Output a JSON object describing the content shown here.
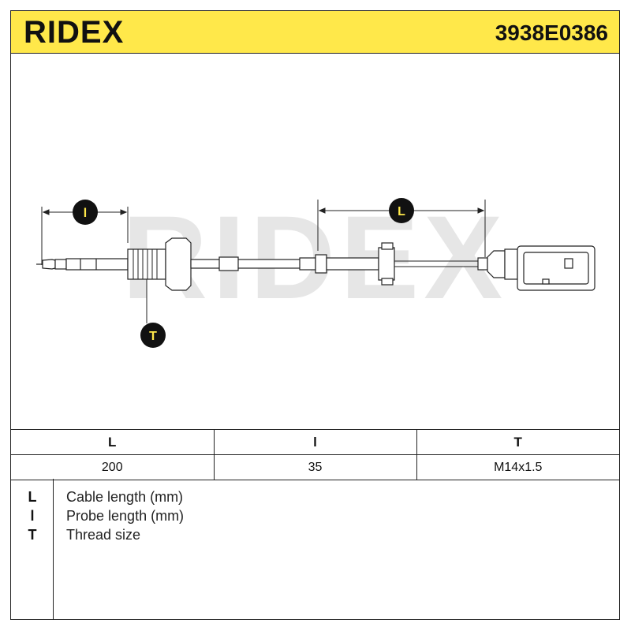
{
  "header": {
    "brand": "RIDEX",
    "part_number": "3938E0386"
  },
  "colors": {
    "accent": "#ffe84a",
    "watermark": "#e6e6e6",
    "line": "#222222"
  },
  "drawing": {
    "watermark": "RIDEX",
    "callouts": {
      "probe": "l",
      "cable": "L",
      "thread": "T"
    }
  },
  "specs": {
    "headers": [
      "L",
      "l",
      "T"
    ],
    "values": [
      "200",
      "35",
      "M14x1.5"
    ]
  },
  "legend": [
    {
      "key": "L",
      "description": "Cable length (mm)"
    },
    {
      "key": "l",
      "description": "Probe length (mm)"
    },
    {
      "key": "T",
      "description": "Thread size"
    }
  ]
}
